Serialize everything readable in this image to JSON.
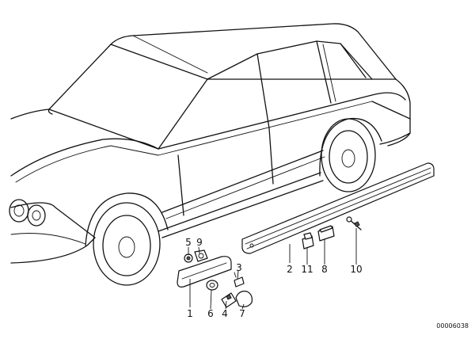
{
  "diagram": {
    "callouts": [
      "1",
      "2",
      "3",
      "4",
      "5",
      "6",
      "7",
      "8",
      "9",
      "10",
      "11"
    ],
    "doc_number": "00006038"
  }
}
